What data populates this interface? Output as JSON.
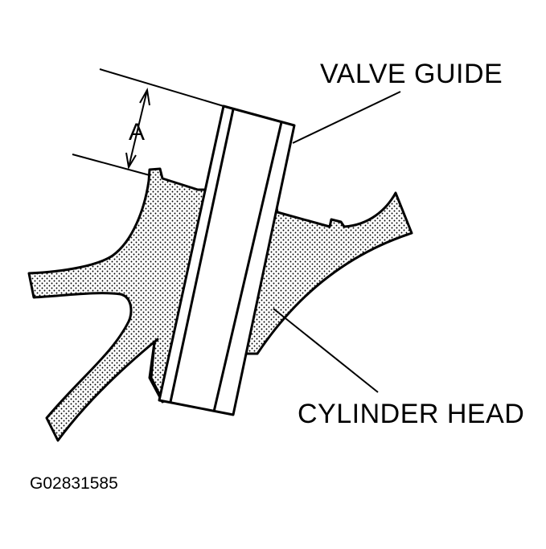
{
  "diagram": {
    "labels": {
      "valve_guide": "VALVE GUIDE",
      "cylinder_head": "CYLINDER HEAD",
      "dimension": "A"
    },
    "figure_code": "G02831585",
    "colors": {
      "ink": "#000000",
      "background": "#ffffff",
      "stipple": "#000000"
    }
  }
}
